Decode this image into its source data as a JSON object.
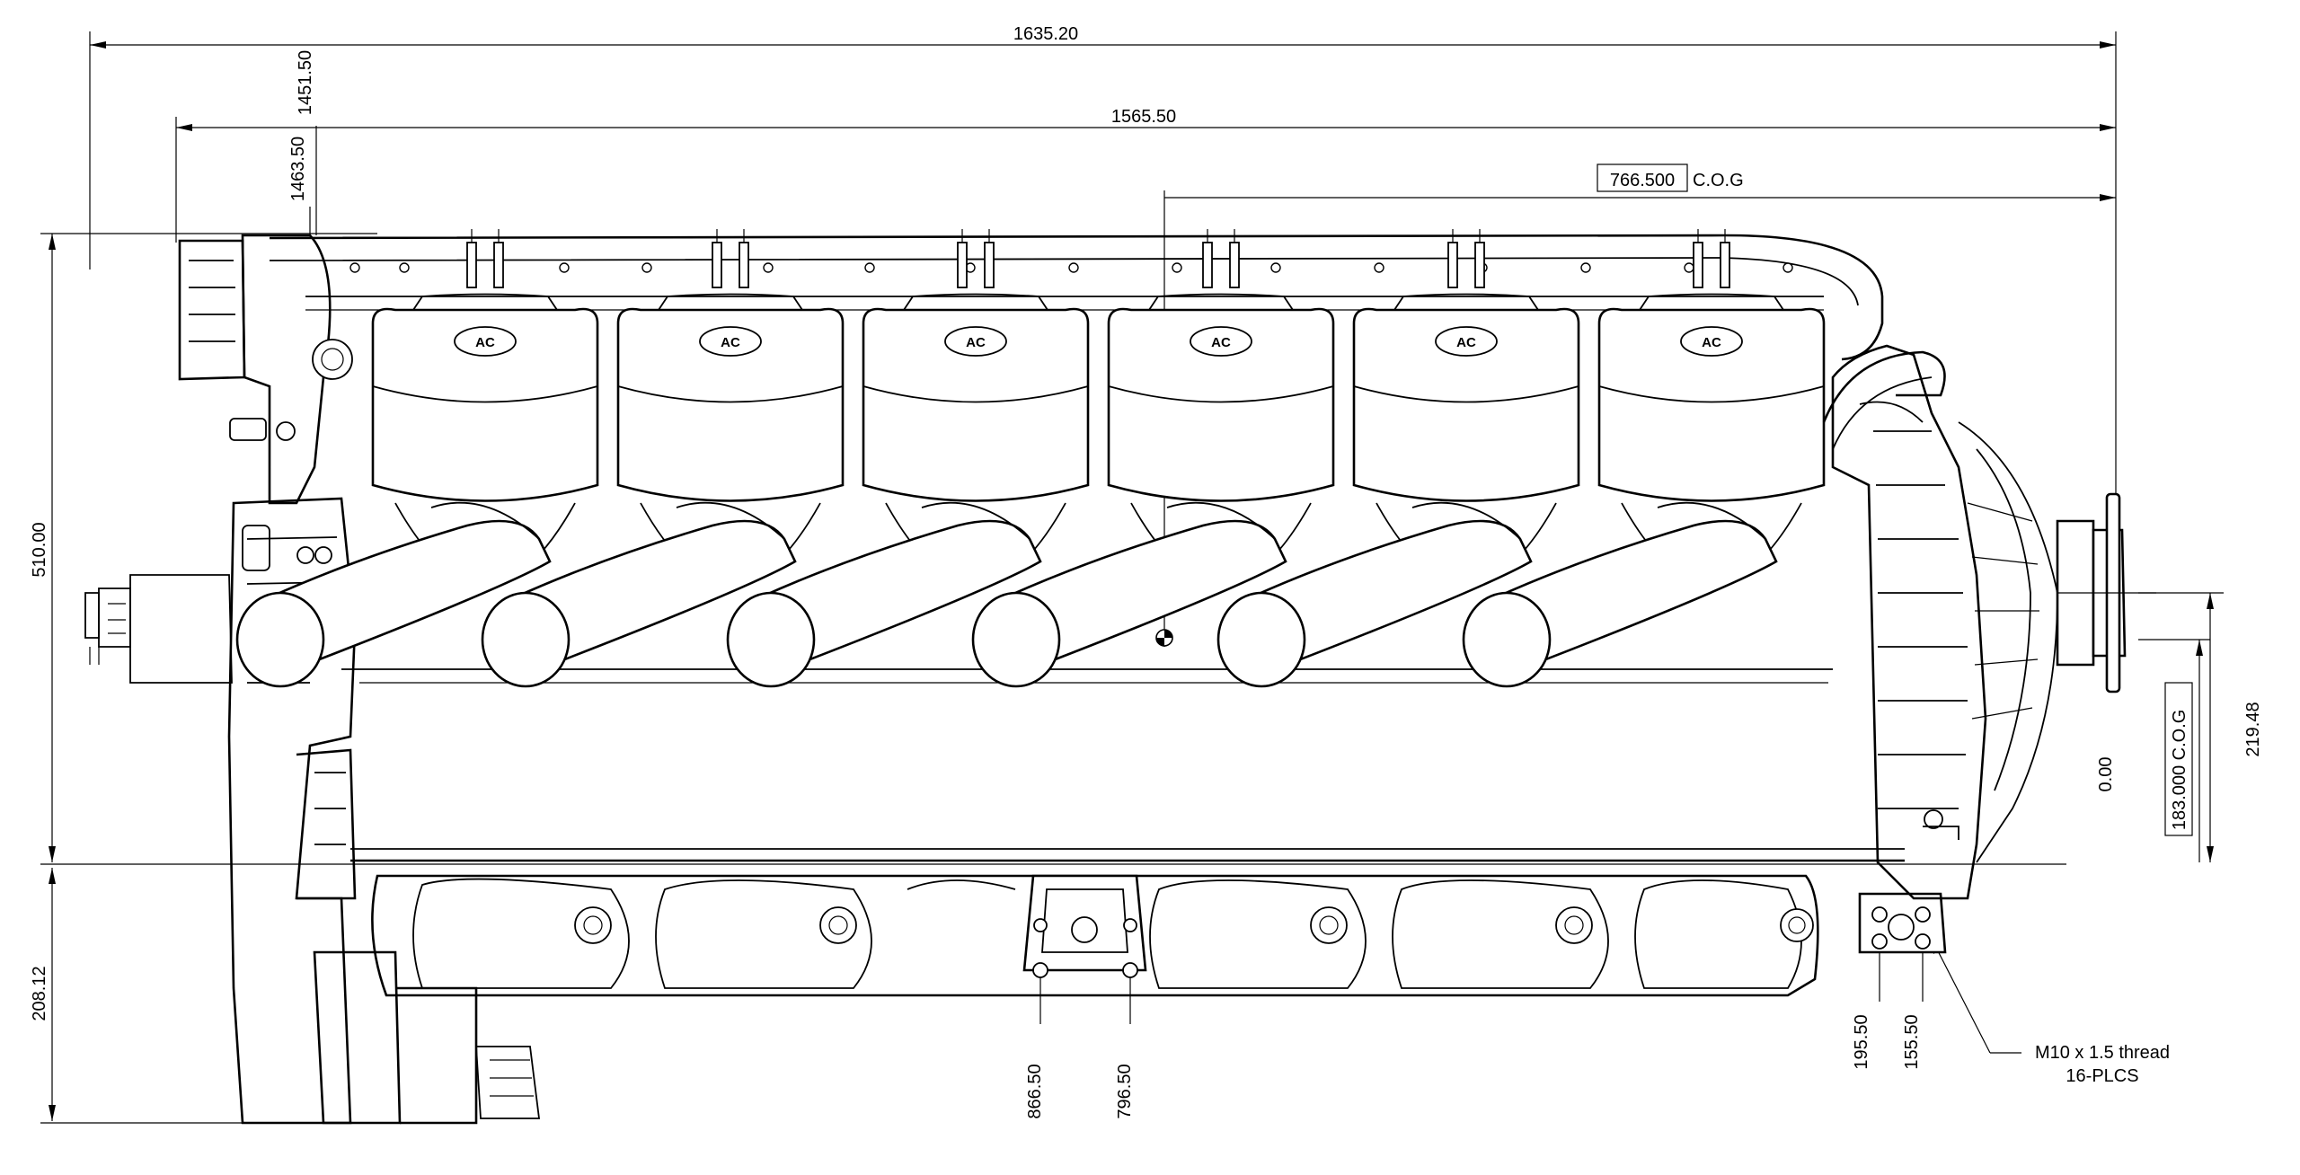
{
  "dimensions": {
    "overall_length": "1635.20",
    "length_2": "1565.50",
    "cog_x": "766.500",
    "cog_suffix": "C.O.G",
    "height_top_1": "1451.50",
    "height_top_2": "1463.50",
    "height_left": "510.00",
    "height_lower_left": "208.12",
    "datum_zero": "0.00",
    "cog_y": "183.000",
    "height_right": "219.48",
    "mount_1": "866.50",
    "mount_2": "796.50",
    "mount_3": "195.50",
    "mount_4": "155.50"
  },
  "callout": {
    "line1": "M10 x 1.5 thread",
    "line2": "16-PLCS"
  },
  "cylinder_badge": "AC"
}
